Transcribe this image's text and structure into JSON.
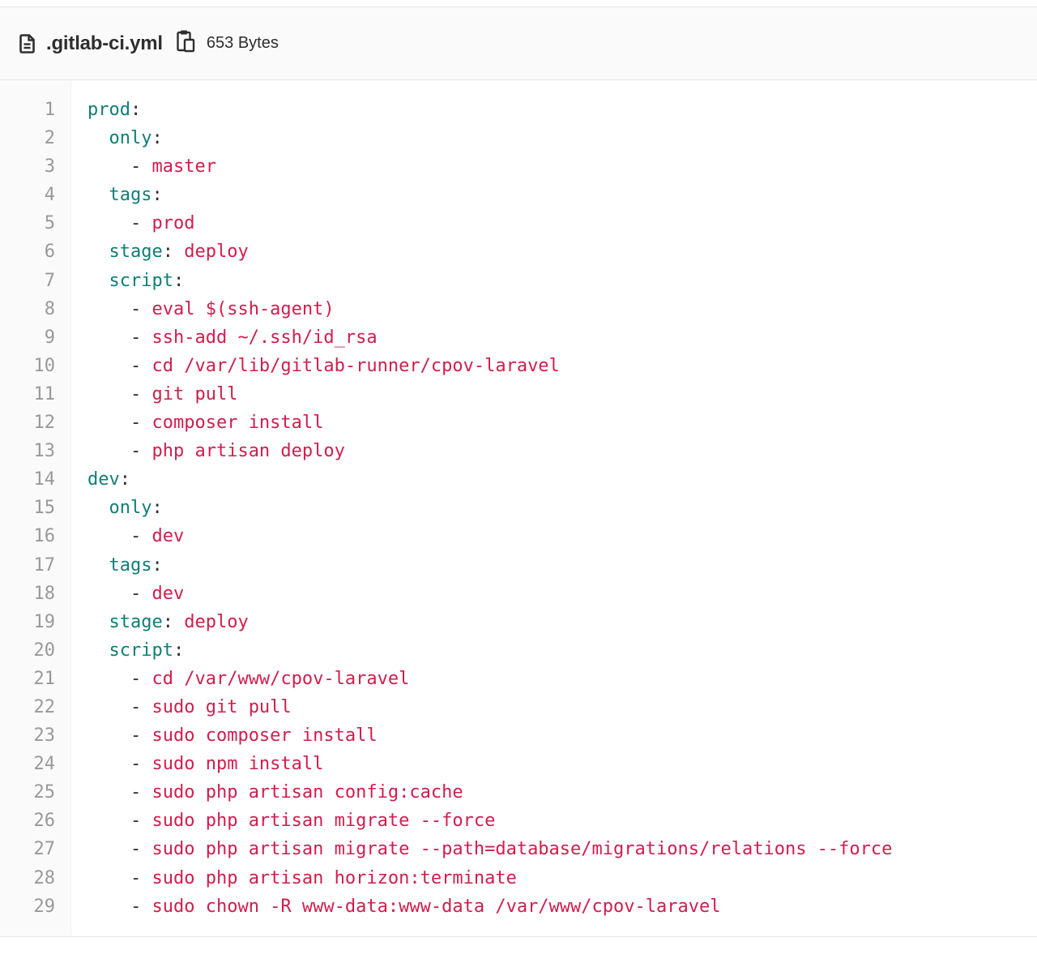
{
  "file": {
    "name": ".gitlab-ci.yml",
    "size": "653 Bytes",
    "icon": "file-text-icon",
    "copy_icon": "copy-clipboard-icon"
  },
  "colors": {
    "key": "#0e7f76",
    "value": "#d11d4d",
    "punct": "#2e2e2e",
    "line_number": "#999999"
  },
  "lines": [
    {
      "n": "1",
      "indent": "",
      "key": "prod",
      "sep": ":",
      "dash": "",
      "value": ""
    },
    {
      "n": "2",
      "indent": "  ",
      "key": "only",
      "sep": ":",
      "dash": "",
      "value": ""
    },
    {
      "n": "3",
      "indent": "    ",
      "key": "",
      "sep": "",
      "dash": "- ",
      "value": "master"
    },
    {
      "n": "4",
      "indent": "  ",
      "key": "tags",
      "sep": ":",
      "dash": "",
      "value": ""
    },
    {
      "n": "5",
      "indent": "    ",
      "key": "",
      "sep": "",
      "dash": "- ",
      "value": "prod"
    },
    {
      "n": "6",
      "indent": "  ",
      "key": "stage",
      "sep": ": ",
      "dash": "",
      "value": "deploy"
    },
    {
      "n": "7",
      "indent": "  ",
      "key": "script",
      "sep": ":",
      "dash": "",
      "value": ""
    },
    {
      "n": "8",
      "indent": "    ",
      "key": "",
      "sep": "",
      "dash": "- ",
      "value": "eval $(ssh-agent)"
    },
    {
      "n": "9",
      "indent": "    ",
      "key": "",
      "sep": "",
      "dash": "- ",
      "value": "ssh-add ~/.ssh/id_rsa"
    },
    {
      "n": "10",
      "indent": "    ",
      "key": "",
      "sep": "",
      "dash": "- ",
      "value": "cd /var/lib/gitlab-runner/cpov-laravel"
    },
    {
      "n": "11",
      "indent": "    ",
      "key": "",
      "sep": "",
      "dash": "- ",
      "value": "git pull"
    },
    {
      "n": "12",
      "indent": "    ",
      "key": "",
      "sep": "",
      "dash": "- ",
      "value": "composer install"
    },
    {
      "n": "13",
      "indent": "    ",
      "key": "",
      "sep": "",
      "dash": "- ",
      "value": "php artisan deploy"
    },
    {
      "n": "14",
      "indent": "",
      "key": "dev",
      "sep": ":",
      "dash": "",
      "value": ""
    },
    {
      "n": "15",
      "indent": "  ",
      "key": "only",
      "sep": ":",
      "dash": "",
      "value": ""
    },
    {
      "n": "16",
      "indent": "    ",
      "key": "",
      "sep": "",
      "dash": "- ",
      "value": "dev"
    },
    {
      "n": "17",
      "indent": "  ",
      "key": "tags",
      "sep": ":",
      "dash": "",
      "value": ""
    },
    {
      "n": "18",
      "indent": "    ",
      "key": "",
      "sep": "",
      "dash": "- ",
      "value": "dev"
    },
    {
      "n": "19",
      "indent": "  ",
      "key": "stage",
      "sep": ": ",
      "dash": "",
      "value": "deploy"
    },
    {
      "n": "20",
      "indent": "  ",
      "key": "script",
      "sep": ":",
      "dash": "",
      "value": ""
    },
    {
      "n": "21",
      "indent": "    ",
      "key": "",
      "sep": "",
      "dash": "- ",
      "value": "cd /var/www/cpov-laravel"
    },
    {
      "n": "22",
      "indent": "    ",
      "key": "",
      "sep": "",
      "dash": "- ",
      "value": "sudo git pull"
    },
    {
      "n": "23",
      "indent": "    ",
      "key": "",
      "sep": "",
      "dash": "- ",
      "value": "sudo composer install"
    },
    {
      "n": "24",
      "indent": "    ",
      "key": "",
      "sep": "",
      "dash": "- ",
      "value": "sudo npm install"
    },
    {
      "n": "25",
      "indent": "    ",
      "key": "",
      "sep": "",
      "dash": "- ",
      "value": "sudo php artisan config:cache"
    },
    {
      "n": "26",
      "indent": "    ",
      "key": "",
      "sep": "",
      "dash": "- ",
      "value": "sudo php artisan migrate --force"
    },
    {
      "n": "27",
      "indent": "    ",
      "key": "",
      "sep": "",
      "dash": "- ",
      "value": "sudo php artisan migrate --path=database/migrations/relations --force"
    },
    {
      "n": "28",
      "indent": "    ",
      "key": "",
      "sep": "",
      "dash": "- ",
      "value": "sudo php artisan horizon:terminate"
    },
    {
      "n": "29",
      "indent": "    ",
      "key": "",
      "sep": "",
      "dash": "- ",
      "value": "sudo chown -R www-data:www-data /var/www/cpov-laravel"
    }
  ]
}
